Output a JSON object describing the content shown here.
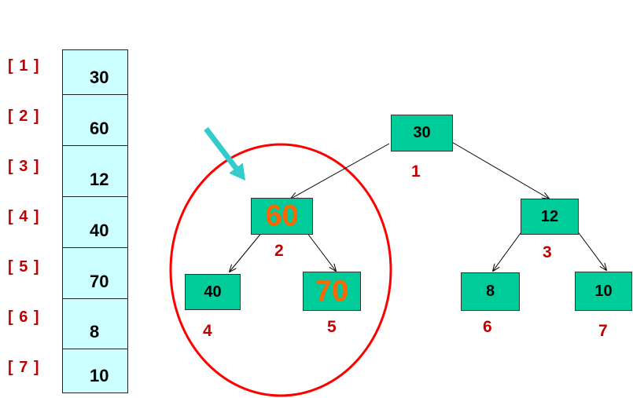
{
  "array": {
    "indices": [
      "[ 1 ]",
      "[ 2 ]",
      "[ 3 ]",
      "[ 4 ]",
      "[ 5 ]",
      "[ 6 ]",
      "[ 7 ]"
    ],
    "values": [
      "30",
      "60",
      "12",
      "40",
      "70",
      "8",
      "10"
    ]
  },
  "tree": {
    "nodes": [
      {
        "value": "30",
        "label": "1"
      },
      {
        "value": "60",
        "label": "2"
      },
      {
        "value": "12",
        "label": "3"
      },
      {
        "value": "40",
        "label": "4"
      },
      {
        "value": "70",
        "label": "5"
      },
      {
        "value": "8",
        "label": "6"
      },
      {
        "value": "10",
        "label": "7"
      }
    ]
  },
  "colors": {
    "node_fill": "#00cc99",
    "array_fill": "#ccffff",
    "index_text": "#c00000",
    "highlight_text": "#ff6600",
    "circle": "#ff0000",
    "arrow": "#33cccc"
  }
}
